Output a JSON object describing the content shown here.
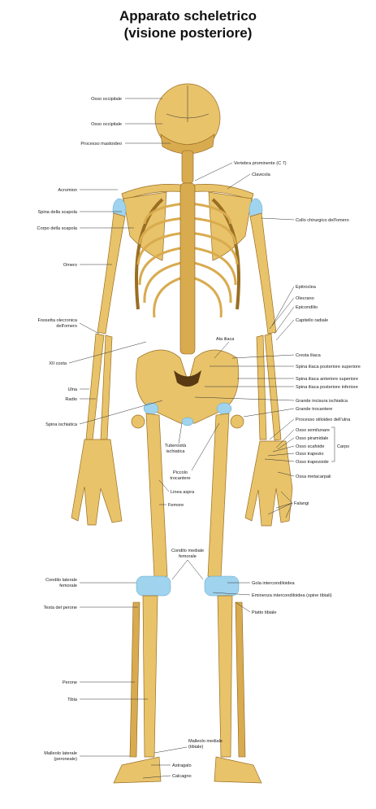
{
  "title": {
    "line1": "Apparato scheletrico",
    "line2": "(visione posteriore)"
  },
  "labels_left": [
    "Osso occipitale",
    "Osso occipitale",
    "Processo mastoideo",
    "Acromion",
    "Spina della scapola",
    "Corpo della scapola",
    "Omero",
    "Fossetta olecronica",
    "dell'omero",
    "XII costa",
    "Ulna",
    "Radio",
    "Spina ischiatica",
    "Tuberosità",
    "ischiatica",
    "Piccolo",
    "trocantere",
    "Linea aspra",
    "Femore",
    "Condilo laterale",
    "femorale",
    "Testa del perone",
    "Perone",
    "Tibia",
    "Malleolo laterale",
    "(peroneale)"
  ],
  "labels_right": [
    "Vertebra prominente (C 7)",
    "Clavicola",
    "Collo chirurgico dell'omero",
    "Epitroclea",
    "Olecrano",
    "Epicondilio",
    "Capitello radiale",
    "Ala iliaca",
    "Cresta iliaca",
    "Spina iliaca posteriore superiore",
    "Spina iliaca anteriore superiore",
    "Spina iliaca posteriore inferiore",
    "Grande incisura ischiatica",
    "Grande trocantere",
    "Processo stiloideo dell'ulna",
    "Osso semilunare",
    "Osso piramidale",
    "Osso scafoide",
    "Osso trapezio",
    "Osso trapezoide",
    "Carpo",
    "Ossa metacarpali",
    "Falangi",
    "Condilo mediale",
    "femorale",
    "Gola intercondiloidea",
    "Eminenza intercondiloidea (spine tibiali)",
    "Piatto tibiale",
    "Malleolo mediale",
    "(tibiale)",
    "Astragalo",
    "Calcagno"
  ],
  "colors": {
    "bone": "#e8c36a",
    "bone_shadow": "#d9ab4f",
    "cartilage": "#9fd3ee"
  }
}
